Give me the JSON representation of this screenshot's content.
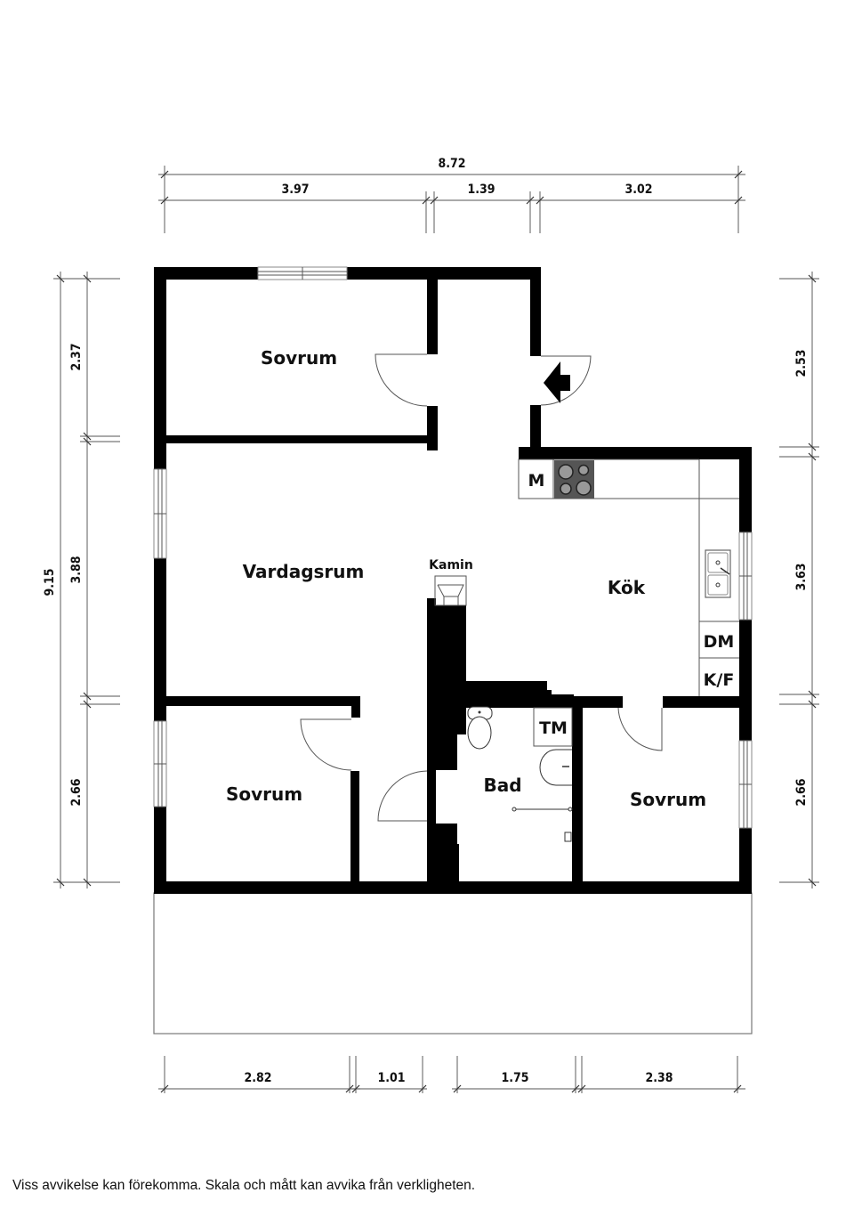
{
  "plan": {
    "rooms": {
      "bedroom_top": "Sovrum",
      "living_room": "Vardagsrum",
      "kitchen": "Kök",
      "bedroom_bottom_left": "Sovrum",
      "bathroom": "Bad",
      "bedroom_bottom_right": "Sovrum"
    },
    "fixtures": {
      "fireplace": "Kamin",
      "microwave": "M",
      "dishwasher": "DM",
      "fridge_freezer": "K/F",
      "washing_machine": "TM"
    },
    "icons": {
      "entrance": "entrance-arrow-icon",
      "stove": "stove-icon",
      "sink": "kitchen-sink-icon",
      "toilet": "toilet-icon",
      "washbasin": "washbasin-icon",
      "shower": "shower-icon"
    }
  },
  "dimensions": {
    "top_total": "8.72",
    "top_segments": [
      "3.97",
      "1.39",
      "3.02"
    ],
    "left_total": "9.15",
    "left_segments": [
      "2.37",
      "3.88",
      "2.66"
    ],
    "right_segments": [
      "2.53",
      "3.63",
      "2.66"
    ],
    "bottom_segments": [
      "2.82",
      "1.01",
      "1.75",
      "2.38"
    ]
  },
  "colors": {
    "wall": "#000000",
    "stove": "#555555",
    "background": "#ffffff"
  },
  "disclaimer": "Viss avvikelse kan förekomma. Skala och mått kan avvika från verkligheten."
}
